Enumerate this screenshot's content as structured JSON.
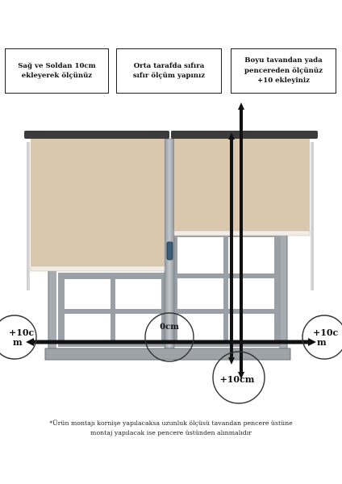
{
  "instructions": {
    "left": "Sağ ve Soldan 10cm\nekleyerek ölçünüz",
    "middle": "Orta tarafda sıfıra\nsıfır ölçüm yapınız",
    "right": "Boyu tavandan yada\npencereden  ölçünüz\n+10 ekleyiniz"
  },
  "measurements": {
    "left_margin": "+10c\nm",
    "center": "0cm",
    "right_margin": "+10c\nm",
    "bottom": "+10cm"
  },
  "footnote": "*Ürün montajı kornişe yapılacaksa uzunluk ölçüsü  tavandan pencere üstüne\nmontaj yapılacak ise pencere üstünden alınmalıdır",
  "colors": {
    "blind_fabric": "#d9c7ae",
    "cassette": "#3b3b3b",
    "window_frame": "#a9aeb3",
    "measure_line": "#111111"
  }
}
